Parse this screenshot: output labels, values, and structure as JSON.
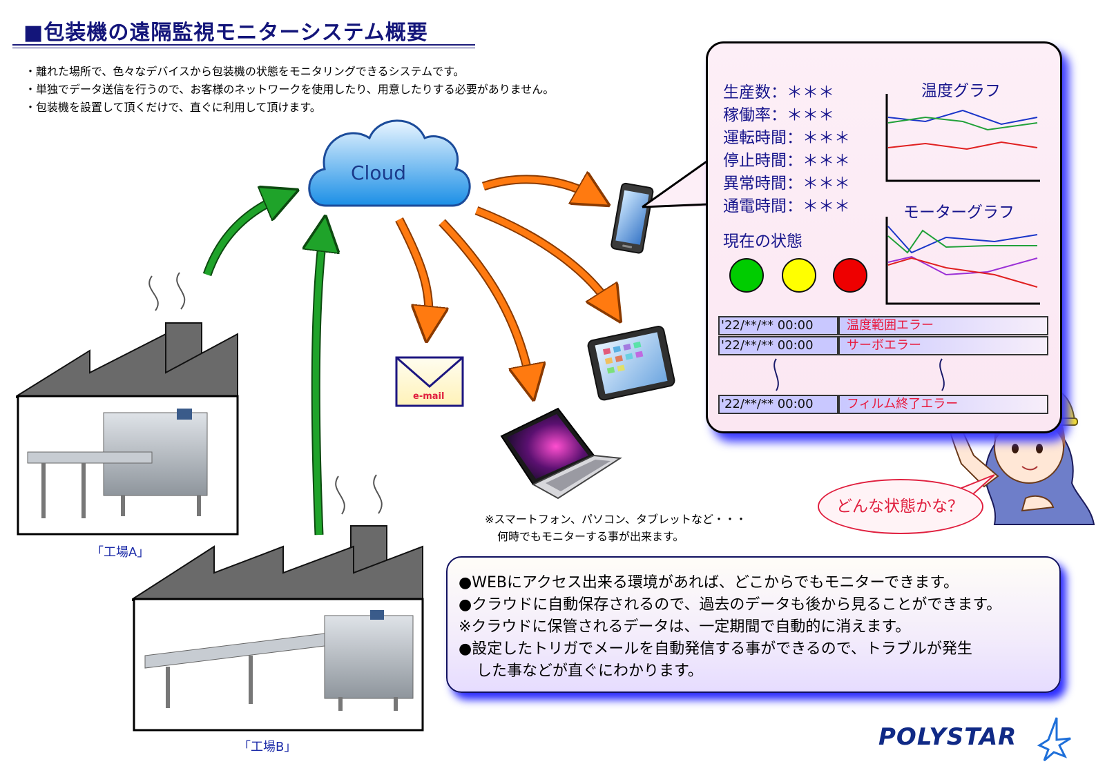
{
  "title": "■包装機の遠隔監視モニターシステム概要",
  "intro": [
    "・離れた場所で、色々なデバイスから包装機の状態をモニタリングできるシステムです。",
    "・単独でデータ送信を行うので、お客様のネットワークを使用したり、用意したりする必要がありません。",
    "・包装機を設置して頂くだけで、直ぐに利用して頂けます。"
  ],
  "cloud_label": "Cloud",
  "email_label": "e-mail",
  "factories": [
    "「工場A」",
    "「工場B」"
  ],
  "stats": [
    "生産数：＊＊＊",
    "稼働率：＊＊＊",
    "運転時間：＊＊＊",
    "停止時間：＊＊＊",
    "異常時間：＊＊＊",
    "通電時間：＊＊＊"
  ],
  "status_label": "現在の状態",
  "status_lamps": [
    "#00cc00",
    "#ffff00",
    "#ee0000"
  ],
  "graphs": {
    "temperature": "温度グラフ",
    "motor": "モーターグラフ"
  },
  "logs": [
    {
      "date": "'22/**/** 00:00",
      "message": "温度範囲エラー"
    },
    {
      "date": "'22/**/** 00:00",
      "message": "サーボエラー"
    },
    {
      "date": "'22/**/** 00:00",
      "message": "フィルム終了エラー"
    }
  ],
  "notes": [
    "※スマートフォン、パソコン、タブレットなど・・・",
    "何時でもモニターする事が出来ます。"
  ],
  "info": [
    "●WEBにアクセス出来る環境があれば、どこからでもモニターできます。",
    "●クラウドに自動保存されるので、過去のデータも後から見ることができます。",
    "※クラウドに保管されるデータは、一定期間で自動的に消えます。",
    "●設定したトリガでメールを自動発信する事ができるので、トラブルが発生",
    "した事などが直ぐにわかります。"
  ],
  "speech": "どんな状態かな？",
  "logo": "POLYSTAR",
  "colors": {
    "title": "#13157a",
    "upload_arrow": "#1fa32a",
    "download_arrow": "#ff7a10",
    "accent_blue": "#17158c",
    "error_text": "#e8183c"
  }
}
